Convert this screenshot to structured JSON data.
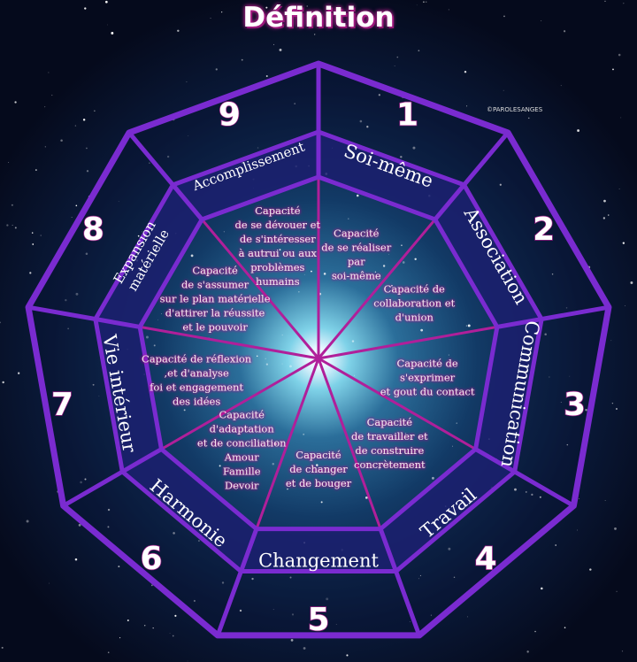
{
  "title": "Définition",
  "watermark": "©PAROLESANGES",
  "colors": {
    "frame": "#7a2bd0",
    "band": "#1b1f6e",
    "spoke": "#b01f9a",
    "desc_glow": "#c2188f"
  },
  "segments": [
    {
      "number": "1",
      "label": "Soi-même",
      "description": [
        "Capacité",
        "de se réaliser",
        "par",
        "soi-même"
      ]
    },
    {
      "number": "2",
      "label": "Association",
      "description": [
        "Capacité de",
        "collaboration et",
        "d'union"
      ]
    },
    {
      "number": "3",
      "label": "Communication",
      "description": [
        "Capacité de",
        "s'exprimer",
        "et gout du contact"
      ]
    },
    {
      "number": "4",
      "label": "Travail",
      "description": [
        "Capacité",
        "de travailler et",
        "de construire",
        "concrètement"
      ]
    },
    {
      "number": "5",
      "label": "Changement",
      "description": [
        "Capacité",
        "de changer",
        "et de bouger"
      ]
    },
    {
      "number": "6",
      "label": "Harmonie",
      "description": [
        "Capacité",
        "d'adaptation",
        "et de conciliation",
        "Amour",
        "Famille",
        "Devoir"
      ]
    },
    {
      "number": "7",
      "label": "Vie intérieur",
      "description": [
        "Capacité de réflexion",
        ",et d'analyse",
        "foi et engagement",
        "des idées"
      ]
    },
    {
      "number": "8",
      "label": "Expansion matérielle",
      "description": [
        "Capacité",
        "de s'assumer",
        "sur le plan matérielle",
        "d'attirer la réussite",
        "et le pouvoir"
      ]
    },
    {
      "number": "9",
      "label": "Accomplissement",
      "description": [
        "Capacité",
        "de se dévouer et",
        "de s'intéresser",
        "à autrui ou aux",
        "problèmes",
        "humains"
      ]
    }
  ]
}
